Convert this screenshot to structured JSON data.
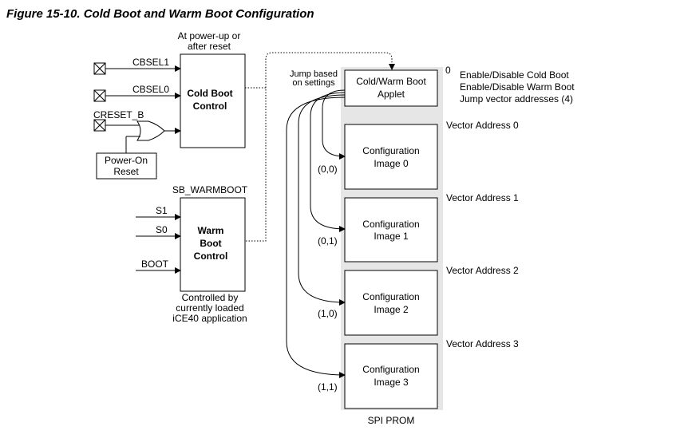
{
  "title": "Figure 15-10. Cold Boot and Warm Boot Configuration",
  "colors": {
    "prom_fill": "#e6e6e6",
    "line": "#000000"
  },
  "cold_boot": {
    "note_line1": "At power-up or",
    "note_line2": "after reset",
    "label_line1": "Cold Boot",
    "label_line2": "Control",
    "pins": [
      "CBSEL1",
      "CBSEL0",
      "CRESET_B"
    ],
    "por_line1": "Power-On",
    "por_line2": "Reset"
  },
  "warm_boot": {
    "header": "SB_WARMBOOT",
    "label_line1": "Warm",
    "label_line2": "Boot",
    "label_line3": "Control",
    "pins": [
      "S1",
      "S0",
      "BOOT"
    ],
    "note_line1": "Controlled by",
    "note_line2": "currently loaded",
    "note_line3": "iCE40 application"
  },
  "jump_note_line1": "Jump based",
  "jump_note_line2": "on settings",
  "applet": {
    "label_line1": "Cold/Warm Boot",
    "label_line2": "Applet",
    "address": "0",
    "notes": [
      "Enable/Disable Cold Boot",
      "Enable/Disable Warm Boot",
      "Jump vector addresses (4)"
    ]
  },
  "images": [
    {
      "line1": "Configuration",
      "line2": "Image 0",
      "vector": "Vector Address 0",
      "code": "(0,0)"
    },
    {
      "line1": "Configuration",
      "line2": "Image 1",
      "vector": "Vector Address 1",
      "code": "(0,1)"
    },
    {
      "line1": "Configuration",
      "line2": "Image 2",
      "vector": "Vector Address 2",
      "code": "(1,0)"
    },
    {
      "line1": "Configuration",
      "line2": "Image 3",
      "vector": "Vector Address 3",
      "code": "(1,1)"
    }
  ],
  "prom_label": "SPI PROM"
}
